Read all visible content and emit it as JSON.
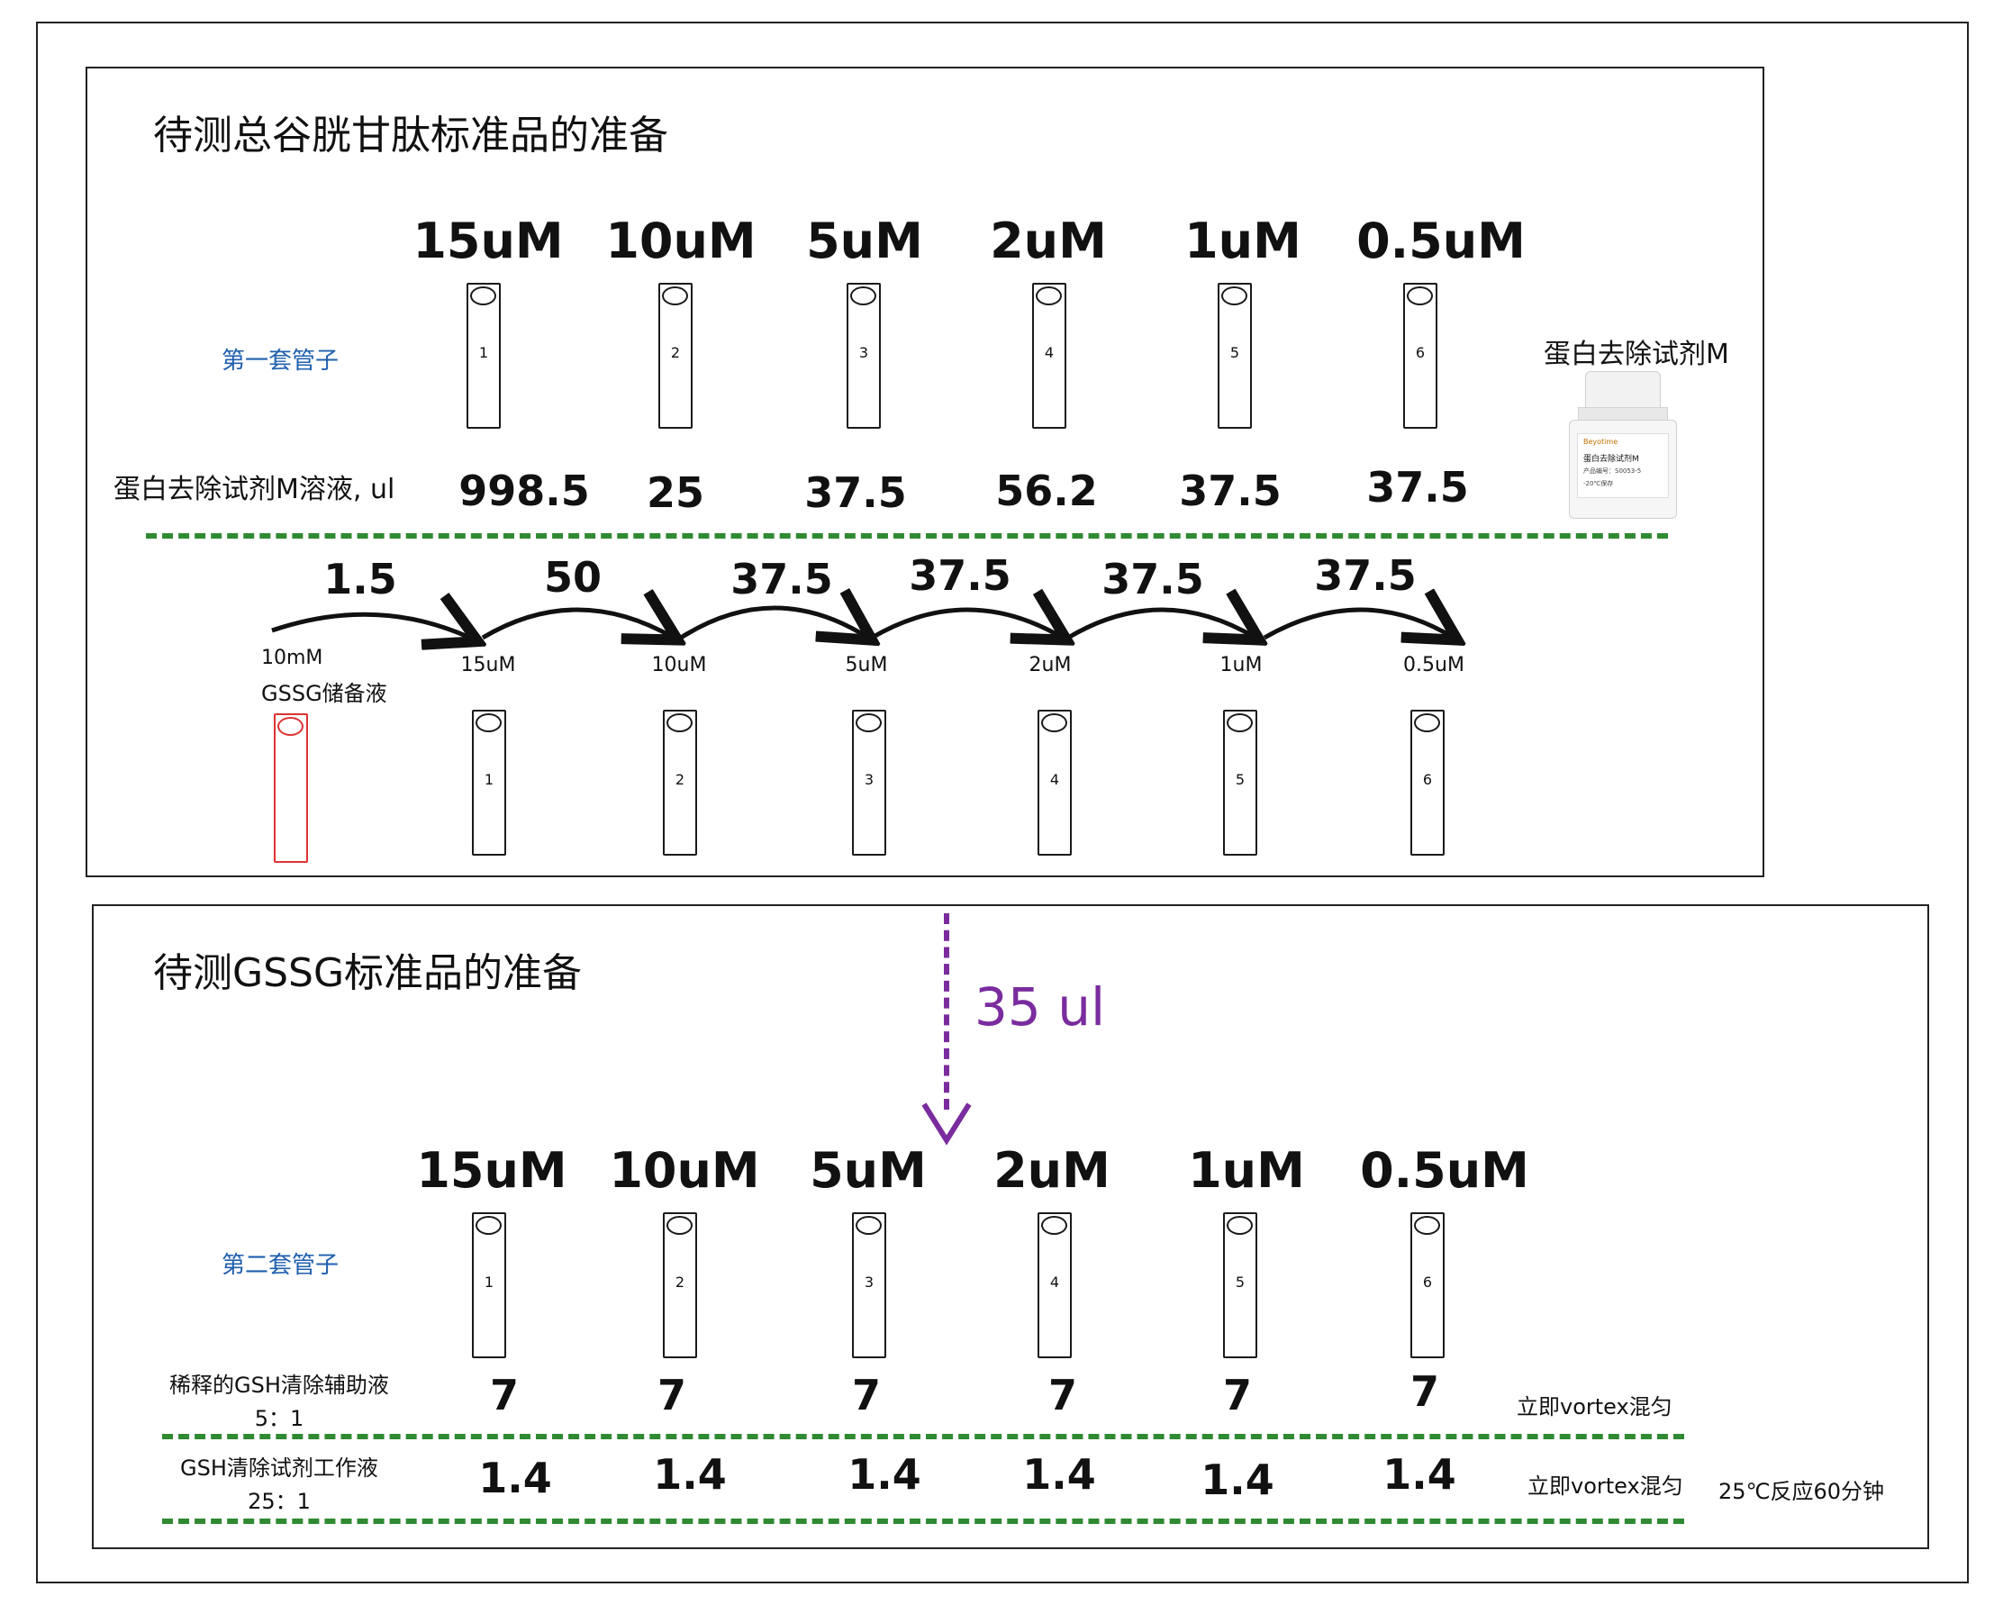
{
  "top_panel": {
    "title": "待测总谷胱甘肽标准品的准备",
    "concentrations": [
      "15uM",
      "10uM",
      "5uM",
      "2uM",
      "1uM",
      "0.5uM"
    ],
    "set_label": "第一套管子",
    "tube_numbers": [
      "1",
      "2",
      "3",
      "4",
      "5",
      "6"
    ],
    "reagent_label": "蛋白去除试剂M",
    "row_label": "蛋白去除试剂M溶液, ul",
    "volumes": [
      "998.5",
      "25",
      "37.5",
      "56.2",
      "37.5",
      "37.5"
    ],
    "transfer_volumes": [
      "1.5",
      "50",
      "37.5",
      "37.5",
      "37.5",
      "37.5"
    ],
    "stock_label_line1": "10mM",
    "stock_label_line2": "GSSG储备液",
    "small_concentrations": [
      "15uM",
      "10uM",
      "5uM",
      "2uM",
      "1uM",
      "0.5uM"
    ]
  },
  "bottle_label": {
    "brand": "Beyotime",
    "name": "蛋白去除试剂M",
    "line2": "产品编号：S0053-5",
    "line3": "-20℃保存"
  },
  "transfer": {
    "label": "35 ul"
  },
  "bottom_panel": {
    "title": "待测GSSG标准品的准备",
    "concentrations": [
      "15uM",
      "10uM",
      "5uM",
      "2uM",
      "1uM",
      "0.5uM"
    ],
    "set_label": "第二套管子",
    "tube_numbers": [
      "1",
      "2",
      "3",
      "4",
      "5",
      "6"
    ],
    "row1_label_line1": "稀释的GSH清除辅助液",
    "row1_label_line2": "5：1",
    "row1_values": [
      "7",
      "7",
      "7",
      "7",
      "7",
      "7"
    ],
    "row1_note": "立即vortex混匀",
    "row2_label_line1": "GSH清除试剂工作液",
    "row2_label_line2": "25：1",
    "row2_values": [
      "1.4",
      "1.4",
      "1.4",
      "1.4",
      "1.4",
      "1.4"
    ],
    "row2_note": "立即vortex混匀",
    "row2_note2": "25℃反应60分钟"
  },
  "colors": {
    "dash_green": "#2f8a32",
    "transfer_purple": "#7a2c9e",
    "stock_red": "#d33333",
    "set_label_blue": "#1f5fae"
  }
}
